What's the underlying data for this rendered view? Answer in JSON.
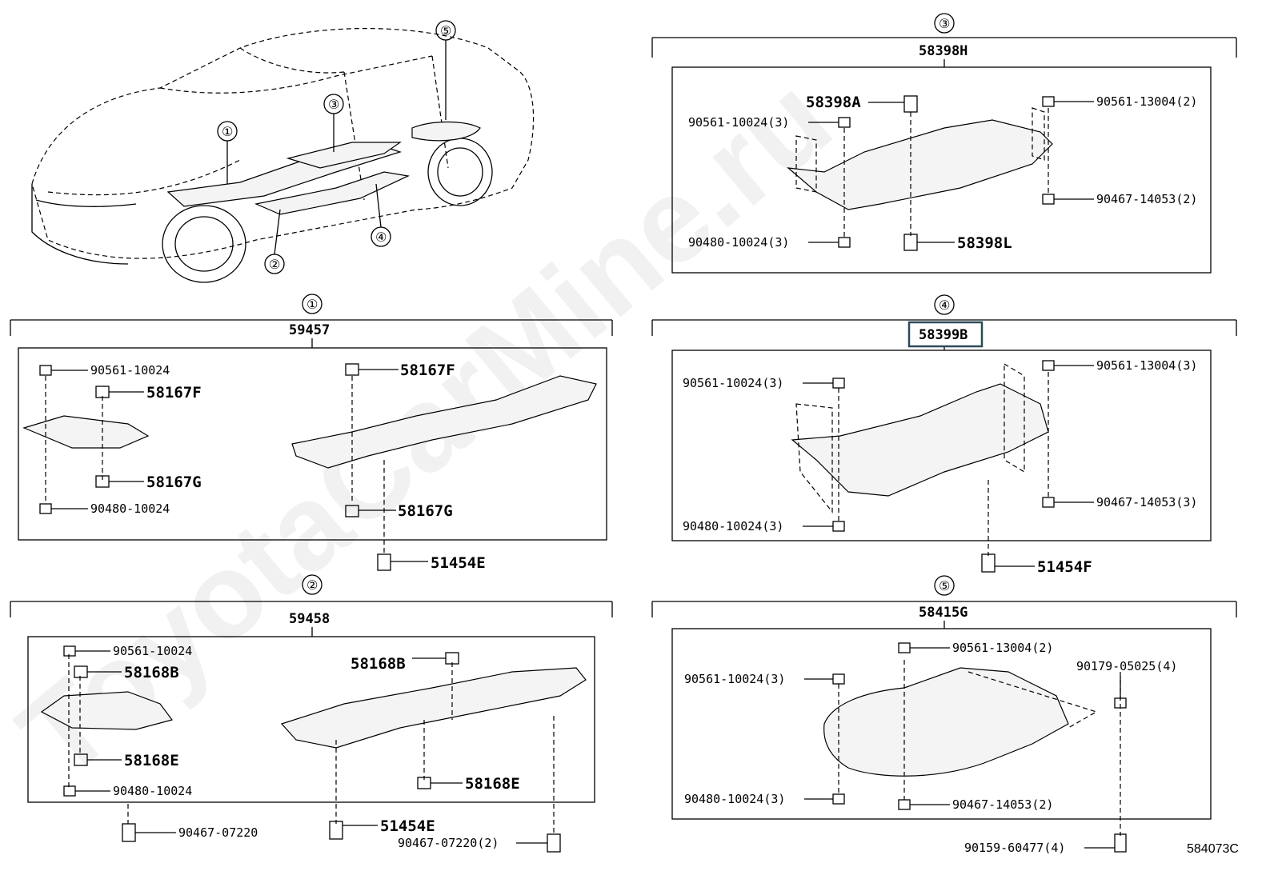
{
  "watermark": "ToyotaCarMine.ru",
  "diagram_code": "584073C",
  "overview": {
    "callouts": [
      "①",
      "②",
      "③",
      "④",
      "⑤"
    ]
  },
  "groups": [
    {
      "id": "1",
      "index": "①",
      "part": "59457",
      "labels": [
        "90561-10024",
        "58167F",
        "58167G",
        "90480-10024",
        "58167F",
        "58167G"
      ],
      "outside": [
        "51454E"
      ]
    },
    {
      "id": "2",
      "index": "②",
      "part": "59458",
      "labels": [
        "90561-10024",
        "58168B",
        "58168E",
        "90480-10024",
        "58168B",
        "58168E"
      ],
      "outside": [
        "90467-07220",
        "51454E",
        "90467-07220(2)"
      ]
    },
    {
      "id": "3",
      "index": "③",
      "part": "58398H",
      "labels": [
        "58398A",
        "90561-10024(3)",
        "90561-13004(2)",
        "90467-14053(2)",
        "90480-10024(3)",
        "58398L"
      ],
      "outside": []
    },
    {
      "id": "4",
      "index": "④",
      "part": "58399B",
      "highlighted": true,
      "labels": [
        "90561-10024(3)",
        "90561-13004(3)",
        "90467-14053(3)",
        "90480-10024(3)"
      ],
      "outside": [
        "51454F"
      ]
    },
    {
      "id": "5",
      "index": "⑤",
      "part": "58415G",
      "labels": [
        "90561-13004(2)",
        "90561-10024(3)",
        "90179-05025(4)",
        "90480-10024(3)",
        "90467-14053(2)"
      ],
      "outside": [
        "90159-60477(4)"
      ]
    }
  ],
  "colors": {
    "line": "#000000",
    "highlight": "#2d4a5a",
    "background": "#ffffff"
  }
}
